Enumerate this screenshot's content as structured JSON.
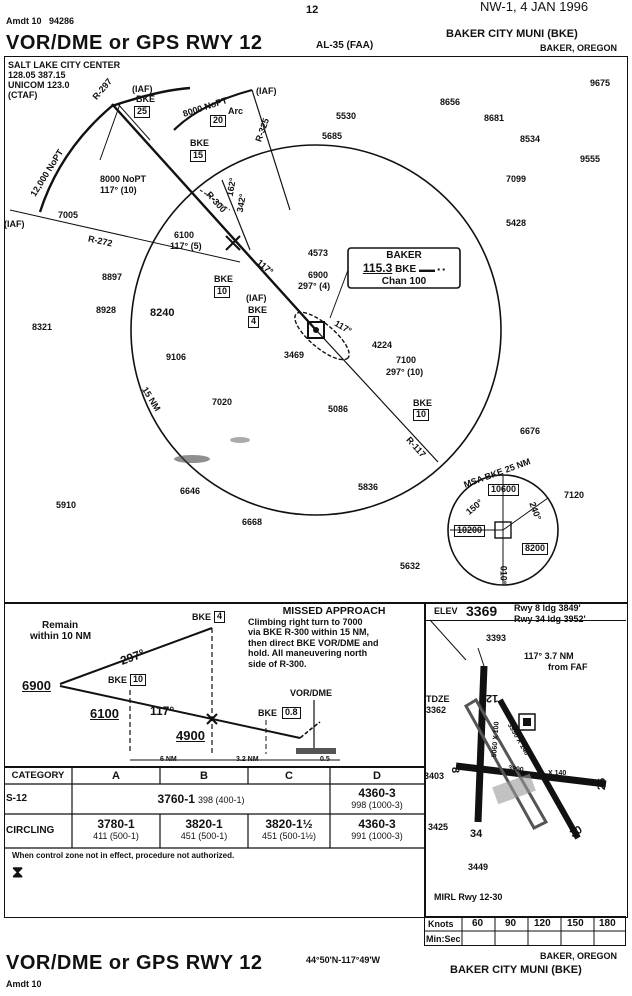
{
  "header": {
    "amdt": "Amdt 10",
    "procedure_number": "94286",
    "page_number": "12",
    "edition": "NW-1, 4 JAN 1996",
    "title": "VOR/DME or GPS RWY 12",
    "chart_id": "AL-35 (FAA)",
    "airport": "BAKER CITY MUNI (BKE)",
    "location": "BAKER, OREGON"
  },
  "comms": {
    "line1": "SALT LAKE CITY CENTER",
    "line2": "128.05 387.15",
    "line3": "UNICOM 123.0",
    "line4": "(CTAF)"
  },
  "navaid": {
    "name": "BAKER",
    "freq": "115.3",
    "ident": "BKE",
    "morse": "▬▬ ▪ ▪",
    "chan": "Chan 100"
  },
  "plan_labels": {
    "iaf1": "(IAF)",
    "iaf2": "(IAF)",
    "iaf3": "(IAF)",
    "iaf4": "(IAF)",
    "bke_25": "25",
    "bke_20": "20",
    "bke_15": "15",
    "bke_10a": "10",
    "bke_4": "4",
    "bke_10b": "10",
    "bke": "BKE",
    "arc_8000": "8000 NoPT",
    "arc_word": "Arc",
    "arc_12000": "12,000 NoPT",
    "r297": "R-297",
    "r325": "R-325",
    "r300": "R-300",
    "r272": "R-272",
    "r117": "R-117",
    "nopt_8000": "8000 NoPT",
    "nopt_117_10": "117° (10)",
    "fix_6100": "6100",
    "fix_117_5": "117° (5)",
    "fix_6900": "6900",
    "fix_297_4": "297° (4)",
    "fix_7100": "7100",
    "fix_297_10": "297° (10)",
    "hold_117": "117°",
    "crs_117": "117°",
    "hdg_162": "162°",
    "hdg_342": "342°",
    "ring_15nm": "15 NM",
    "elev_5530": "5530",
    "elev_5685": "5685",
    "elev_8656": "8656",
    "elev_8681": "8681",
    "elev_8534": "8534",
    "elev_9555": "9555",
    "elev_9675": "9675",
    "elev_7099": "7099",
    "elev_5428": "5428",
    "elev_7005": "7005",
    "elev_8897": "8897",
    "elev_8928": "8928",
    "elev_8240": "8240",
    "elev_8321": "8321",
    "elev_9106": "9106",
    "elev_4573": "4573",
    "elev_4224": "4224",
    "elev_3469": "3469",
    "elev_7020": "7020",
    "elev_5086": "5086",
    "elev_6676": "6676",
    "elev_6646": "6646",
    "elev_5836": "5836",
    "elev_5910": "5910",
    "elev_6668": "6668",
    "elev_7120": "7120",
    "elev_5632": "5632"
  },
  "msa": {
    "title": "MSA BKE 25 NM",
    "n": "10600",
    "w": "10200",
    "e": "8200",
    "b1": "150°",
    "b2": "240°",
    "b3": "010°"
  },
  "profile": {
    "remain": "Remain",
    "remain2": "within 10 NM",
    "bke4": "BKE",
    "box4": "4",
    "crs297": "297°",
    "alt6900": "6900",
    "bke10": "BKE",
    "box10": "10",
    "alt6100": "6100",
    "crs117": "117°",
    "alt4900": "4900",
    "vordme": "VOR/DME",
    "bke08": "BKE",
    "box08": "0.8",
    "d6nm": "6 NM",
    "d32nm": "3.2 NM",
    "d05": "0.5"
  },
  "missed": {
    "title": "MISSED APPROACH",
    "l1": "Climbing right turn to 7000",
    "l2": "via BKE R-300 within 15 NM,",
    "l3": "then direct BKE VOR/DME and",
    "l4": "hold. All maneuvering north",
    "l5": "side of R-300."
  },
  "minima": {
    "category": "CATEGORY",
    "cols": [
      "A",
      "B",
      "C",
      "D"
    ],
    "s12_label": "S-12",
    "s12_abc": "3760-1",
    "s12_abc_sub": "398 (400-1)",
    "s12_d": "4360-3",
    "s12_d_sub": "998 (1000-3)",
    "circ_label": "CIRCLING",
    "circ": [
      {
        "main": "3780-1",
        "sub": "411 (500-1)"
      },
      {
        "main": "3820-1",
        "sub": "451 (500-1)"
      },
      {
        "main": "3820-1½",
        "sub": "451 (500-1½)"
      },
      {
        "main": "4360-3",
        "sub": "991 (1000-3)"
      }
    ],
    "note": "When control zone not in effect, procedure not authorized."
  },
  "airport_diagram": {
    "elev_label": "ELEV",
    "elev": "3369",
    "rwy8": "Rwy 8 ldg 3849'",
    "rwy34": "Rwy 34 ldg 3952'",
    "obs3393": "3393",
    "faf_note1": "117° 3.7 NM",
    "faf_note2": "from FAF",
    "tdze": "TDZE",
    "tdze_val": "3362",
    "r12": "12",
    "r8": "8",
    "r26": "26",
    "r34": "34",
    "r30": "30",
    "elev3403": "3403",
    "elev3425": "3425",
    "elev3449": "3449",
    "dims1": "5060 X 100",
    "dims2": "3990 X 140",
    "dims3": "3990",
    "x140": "X 140",
    "mirl": "MIRL Rwy 12-30",
    "knots_label": "Knots",
    "minsec_label": "Min:Sec",
    "knots": [
      "60",
      "90",
      "120",
      "150",
      "180"
    ]
  },
  "footer": {
    "title": "VOR/DME or GPS RWY 12",
    "coords": "44°50'N-117°49'W",
    "location": "BAKER, OREGON",
    "airport": "BAKER CITY MUNI (BKE)",
    "amdt": "Amdt 10"
  }
}
